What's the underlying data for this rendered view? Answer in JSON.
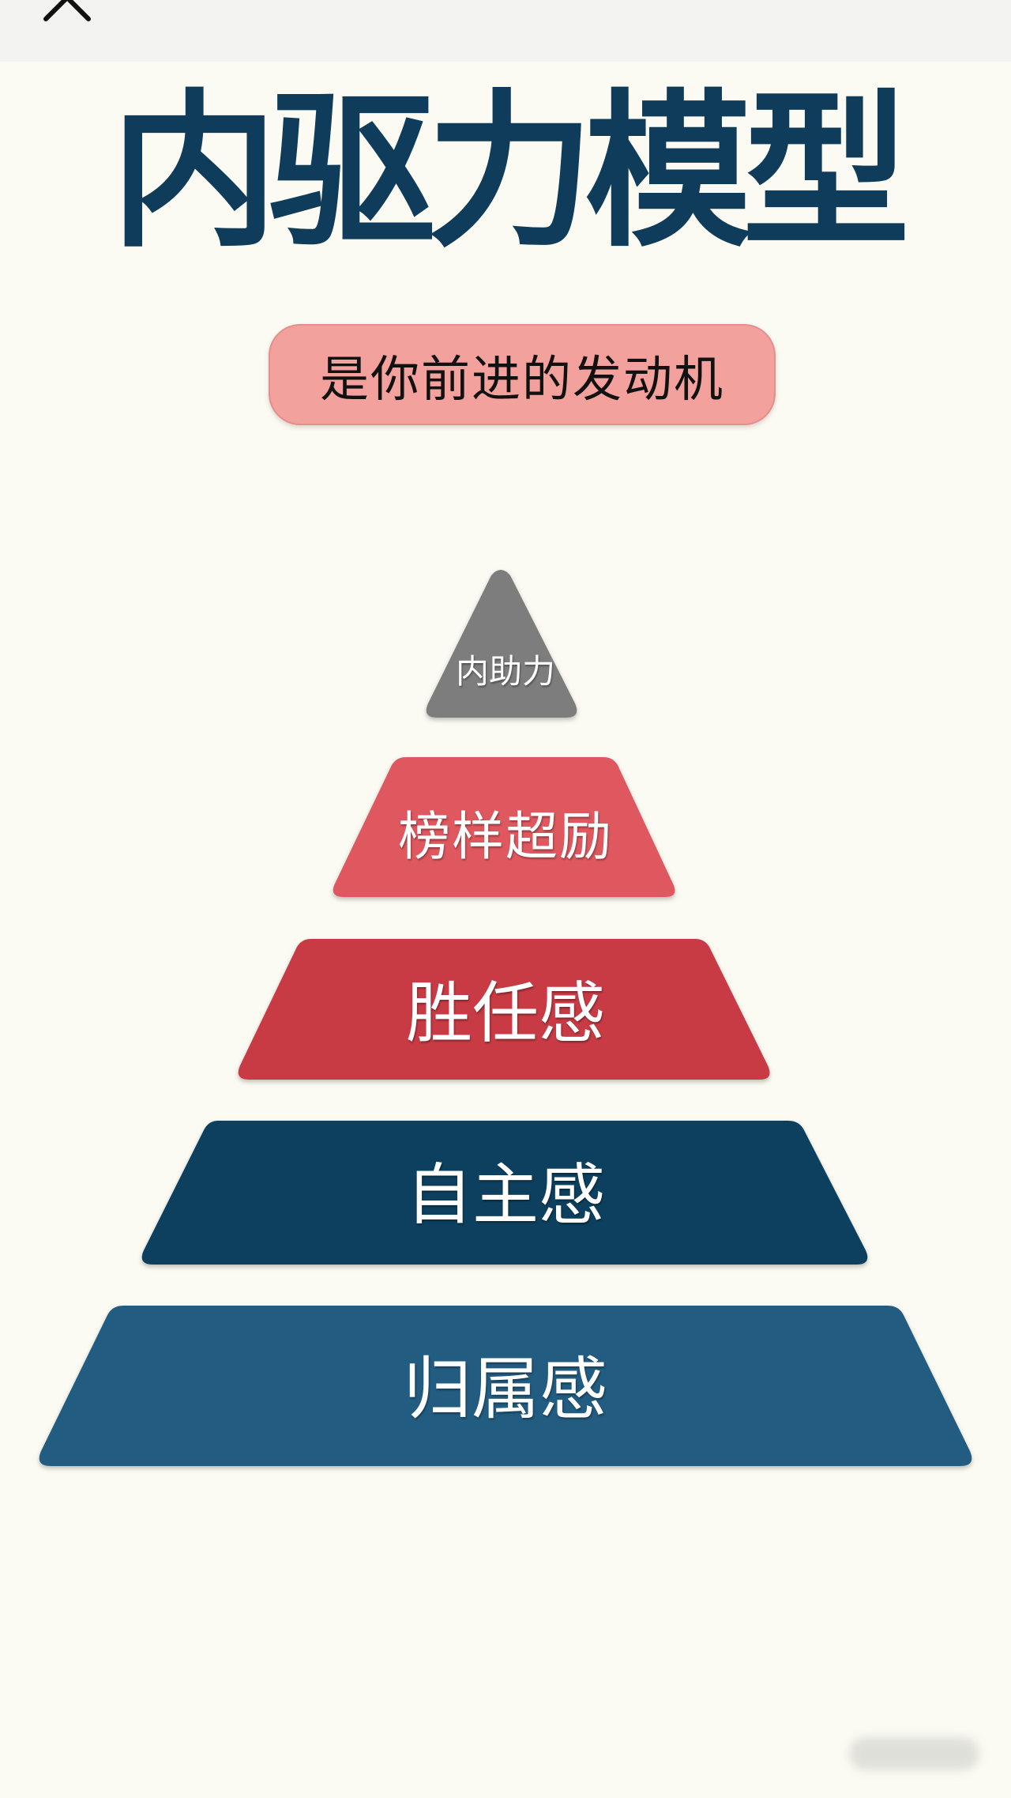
{
  "topbar": {
    "close_icon": "close-icon"
  },
  "title": {
    "text": "内驱力模型",
    "color": "#0f3c5a"
  },
  "subtitle": {
    "text": "是你前进的发动机",
    "background": "#f2a19c"
  },
  "pyramid": {
    "layers": [
      {
        "label": "内助力",
        "color": "#7d7d7d",
        "shape": "triangle"
      },
      {
        "label": "榜样超励",
        "color": "#e0595e",
        "shape": "trapezoid"
      },
      {
        "label": "胜任感",
        "color": "#c83a45",
        "shape": "trapezoid"
      },
      {
        "label": "自主感",
        "color": "#0d3f5e",
        "shape": "trapezoid"
      },
      {
        "label": "归属感",
        "color": "#245b80",
        "shape": "trapezoid"
      }
    ]
  },
  "background_color": "#fbfbf3"
}
